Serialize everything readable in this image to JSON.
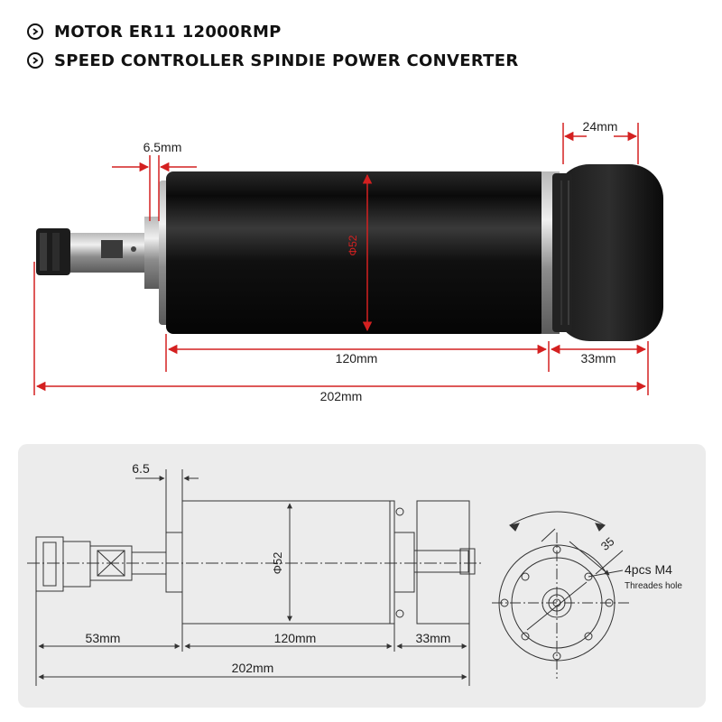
{
  "header": {
    "lines": [
      "MOTOR ER11 12000RMP",
      "SPEED CONTROLLER SPINDIE POWER CONVERTER"
    ]
  },
  "photo_dimensions": {
    "collar_width": "6.5mm",
    "diameter": "Φ52",
    "body_length": "120mm",
    "fan_width": "24mm",
    "fan_length": "33mm",
    "total_length": "202mm"
  },
  "drawing_dimensions": {
    "collar_width": "6.5",
    "diameter": "Φ52",
    "shaft_length": "53mm",
    "body_length": "120mm",
    "fan_length": "33mm",
    "total_length": "202mm",
    "hole_spacing": "35",
    "holes_label": "4pcs M4",
    "holes_sublabel": "Threades hole"
  },
  "colors": {
    "dimension_red": "#d42020",
    "motor_body": "#0d0d0d",
    "panel_bg": "#ececec"
  }
}
